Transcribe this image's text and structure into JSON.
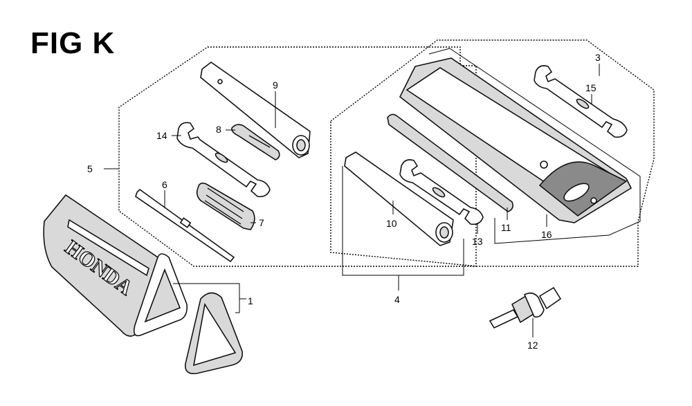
{
  "figure": {
    "title": "FIG K"
  },
  "logo_text": "HONDA",
  "callouts": {
    "c1": "1",
    "c3": "3",
    "c4": "4",
    "c5": "5",
    "c6": "6",
    "c7": "7",
    "c8": "8",
    "c9": "9",
    "c10": "10",
    "c11": "11",
    "c12": "12",
    "c13": "13",
    "c14": "14",
    "c15": "15",
    "c16": "16"
  }
}
